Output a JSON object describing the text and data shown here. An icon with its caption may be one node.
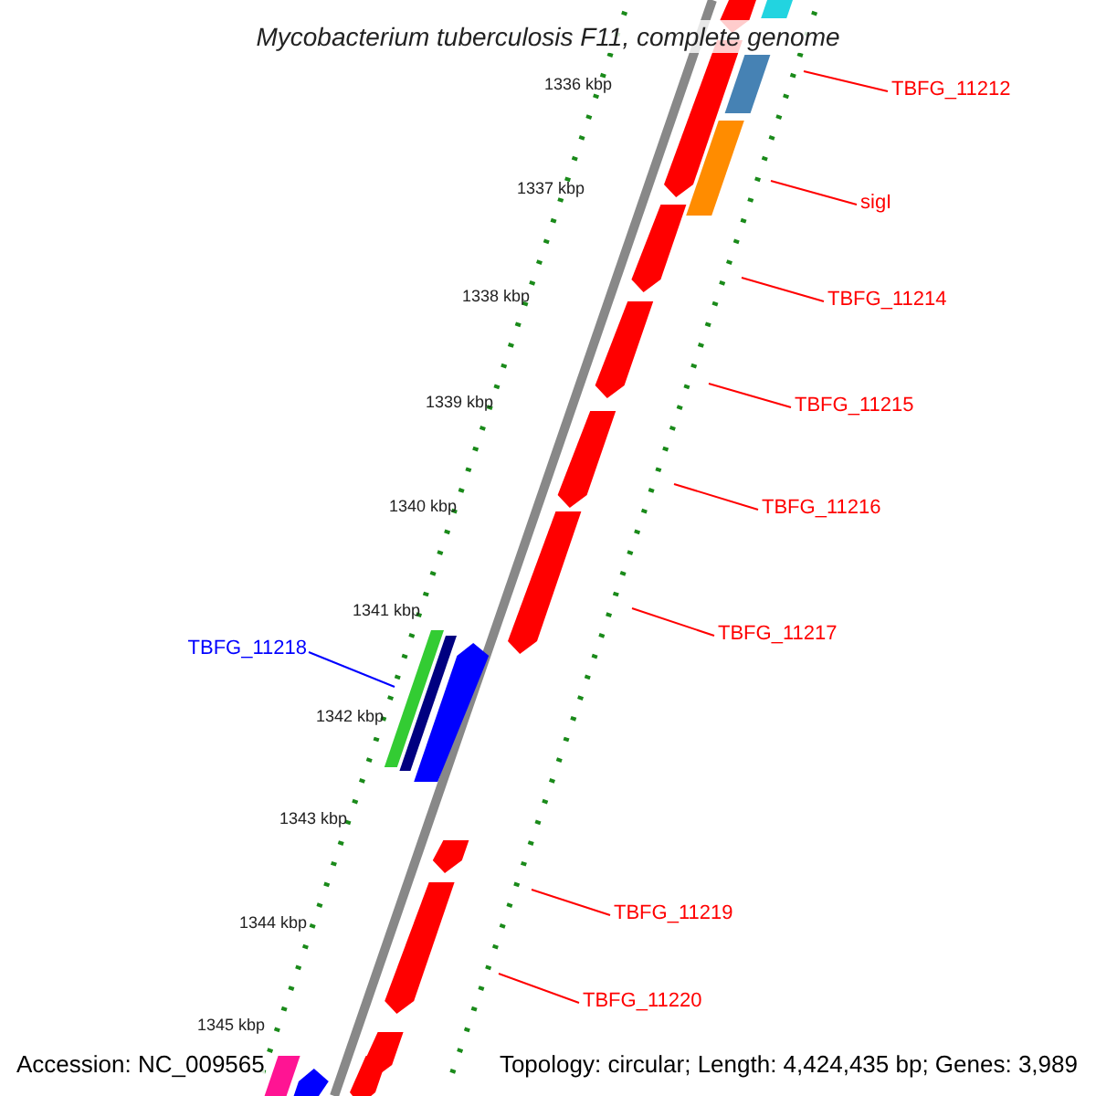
{
  "diagram": {
    "title": "Mycobacterium tuberculosis F11, complete genome",
    "nodes": [
      {
        "text": [
          "TBFG_11212"
        ]
      },
      {
        "text": [
          "sigI"
        ]
      },
      {
        "text": [
          "TBFG_11214"
        ]
      },
      {
        "text": [
          "TBFG_11215"
        ]
      },
      {
        "text": [
          "TBFG_11216"
        ]
      },
      {
        "text": [
          "TBFG_11217"
        ]
      },
      {
        "text": [
          "TBFG_11218"
        ]
      },
      {
        "text": [
          "TBFG_11219"
        ]
      },
      {
        "text": [
          "TBFG_11220"
        ]
      }
    ],
    "edges": [
      {
        "from": 0,
        "to": null,
        "arrow": "none"
      },
      {
        "from": 1,
        "to": null,
        "arrow": "none"
      },
      {
        "from": 2,
        "to": null,
        "arrow": "none"
      },
      {
        "from": 3,
        "to": null,
        "arrow": "none"
      },
      {
        "from": 4,
        "to": null,
        "arrow": "none"
      },
      {
        "from": 5,
        "to": null,
        "arrow": "none"
      },
      {
        "from": 6,
        "to": null,
        "arrow": "none",
        "color": "#0000ff"
      },
      {
        "from": 7,
        "to": null,
        "arrow": "none"
      },
      {
        "from": 8,
        "to": null,
        "arrow": "none"
      }
    ],
    "labels": [
      "1336 kbp",
      "1337 kbp",
      "1338 kbp",
      "1339 kbp",
      "1340 kbp",
      "1341 kbp",
      "1342 kbp",
      "1343 kbp",
      "1344 kbp",
      "1345 kbp",
      "Accession: NC_009565",
      "Topology: circular; Length: 4,424,435 bp; Genes: 3,989"
    ]
  }
}
